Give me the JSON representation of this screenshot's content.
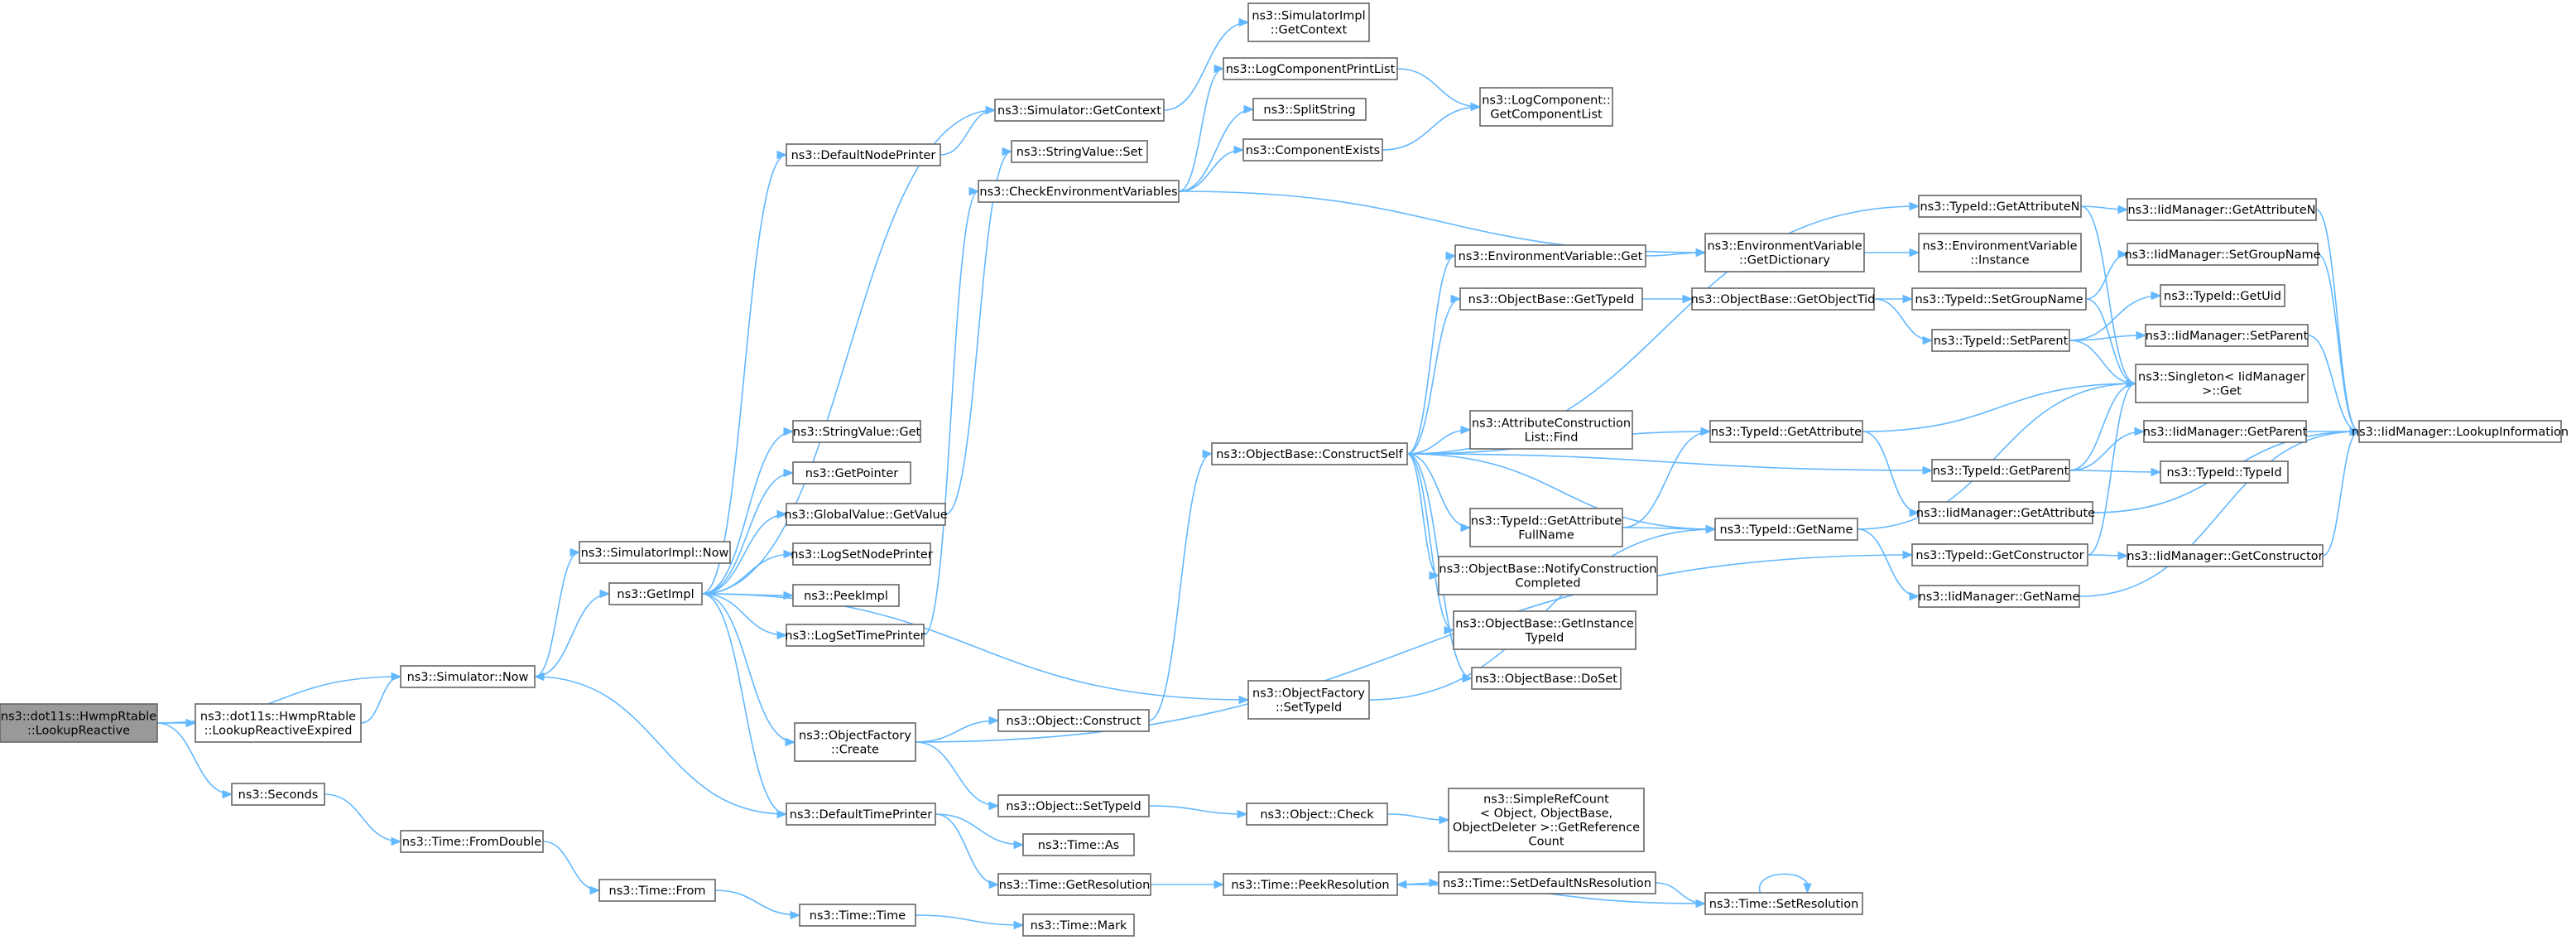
{
  "colors": {
    "edge": "#63b8ff",
    "node_border": "#666666",
    "root_fill": "#999999",
    "node_fill": "#ffffff"
  },
  "nodes": {
    "root": [
      "ns3::dot11s::HwmpRtable",
      "::LookupReactive"
    ],
    "lookup_expired": [
      "ns3::dot11s::HwmpRtable",
      "::LookupReactiveExpired"
    ],
    "seconds": [
      "ns3::Seconds"
    ],
    "simulator_now": [
      "ns3::Simulator::Now"
    ],
    "from_double": [
      "ns3::Time::FromDouble"
    ],
    "time_from": [
      "ns3::Time::From"
    ],
    "time_time": [
      "ns3::Time::Time"
    ],
    "time_mark": [
      "ns3::Time::Mark"
    ],
    "simimpl_now": [
      "ns3::SimulatorImpl::Now"
    ],
    "get_impl": [
      "ns3::GetImpl"
    ],
    "default_node_printer": [
      "ns3::DefaultNodePrinter"
    ],
    "stringvalue_get": [
      "ns3::StringValue::Get"
    ],
    "get_pointer": [
      "ns3::GetPointer"
    ],
    "globalvalue_getvalue": [
      "ns3::GlobalValue::GetValue"
    ],
    "log_set_node_printer": [
      "ns3::LogSetNodePrinter"
    ],
    "peek_impl": [
      "ns3::PeekImpl"
    ],
    "log_set_time_printer": [
      "ns3::LogSetTimePrinter"
    ],
    "objectfactory_create": [
      "ns3::ObjectFactory",
      "::Create"
    ],
    "default_time_printer": [
      "ns3::DefaultTimePrinter"
    ],
    "simulator_getcontext": [
      "ns3::Simulator::GetContext"
    ],
    "stringvalue_set": [
      "ns3::StringValue::Set"
    ],
    "check_env_vars": [
      "ns3::CheckEnvironmentVariables"
    ],
    "simimpl_getcontext": [
      "ns3::SimulatorImpl",
      "::GetContext"
    ],
    "log_component_print_list": [
      "ns3::LogComponentPrintList"
    ],
    "split_string": [
      "ns3::SplitString"
    ],
    "component_exists": [
      "ns3::ComponentExists"
    ],
    "logcomponent_getcomponentlist": [
      "ns3::LogComponent::",
      "GetComponentList"
    ],
    "object_construct": [
      "ns3::Object::Construct"
    ],
    "object_settypeid": [
      "ns3::Object::SetTypeId"
    ],
    "time_as": [
      "ns3::Time::As"
    ],
    "time_getresolution": [
      "ns3::Time::GetResolution"
    ],
    "objectfactory_settypeid": [
      "ns3::ObjectFactory",
      "::SetTypeId"
    ],
    "object_check": [
      "ns3::Object::Check"
    ],
    "time_peekresolution": [
      "ns3::Time::PeekResolution"
    ],
    "simplerefcount": [
      "ns3::SimpleRefCount",
      "< Object, ObjectBase,",
      "ObjectDeleter >::GetReference",
      "Count"
    ],
    "time_setdefaultnsresolution": [
      "ns3::Time::SetDefaultNsResolution"
    ],
    "time_setresolution": [
      "ns3::Time::SetResolution"
    ],
    "objectbase_constructself": [
      "ns3::ObjectBase::ConstructSelf"
    ],
    "envvar_get": [
      "ns3::EnvironmentVariable::Get"
    ],
    "objectbase_gettypeid": [
      "ns3::ObjectBase::GetTypeId"
    ],
    "attrconstructionlist_find": [
      "ns3::AttributeConstruction",
      "List::Find"
    ],
    "typeid_getattributefullname": [
      "ns3::TypeId::GetAttribute",
      "FullName"
    ],
    "objectbase_notifyconstructioncompleted": [
      "ns3::ObjectBase::NotifyConstruction",
      "Completed"
    ],
    "objectbase_getinstancetypeid": [
      "ns3::ObjectBase::GetInstance",
      "TypeId"
    ],
    "objectbase_doset": [
      "ns3::ObjectBase::DoSet"
    ],
    "envvar_getdictionary": [
      "ns3::EnvironmentVariable",
      "::GetDictionary"
    ],
    "objectbase_getobjecttid": [
      "ns3::ObjectBase::GetObjectTid"
    ],
    "typeid_getattribute": [
      "ns3::TypeId::GetAttribute"
    ],
    "typeid_getname": [
      "ns3::TypeId::GetName"
    ],
    "typeid_getattributen": [
      "ns3::TypeId::GetAttributeN"
    ],
    "envvar_instance": [
      "ns3::EnvironmentVariable",
      "::Instance"
    ],
    "typeid_setgroupname": [
      "ns3::TypeId::SetGroupName"
    ],
    "typeid_setparent": [
      "ns3::TypeId::SetParent"
    ],
    "typeid_getparent": [
      "ns3::TypeId::GetParent"
    ],
    "iidmanager_getattribute": [
      "ns3::IidManager::GetAttribute"
    ],
    "typeid_getconstructor": [
      "ns3::TypeId::GetConstructor"
    ],
    "iidmanager_getname": [
      "ns3::IidManager::GetName"
    ],
    "iidmanager_getattributen": [
      "ns3::IidManager::GetAttributeN"
    ],
    "iidmanager_setgroupname": [
      "ns3::IidManager::SetGroupName"
    ],
    "typeid_getuid": [
      "ns3::TypeId::GetUid"
    ],
    "iidmanager_setparent": [
      "ns3::IidManager::SetParent"
    ],
    "singleton_get": [
      "ns3::Singleton< IidManager",
      ">::Get"
    ],
    "iidmanager_getparent": [
      "ns3::IidManager::GetParent"
    ],
    "typeid_typeid": [
      "ns3::TypeId::TypeId"
    ],
    "iidmanager_getconstructor": [
      "ns3::IidManager::GetConstructor"
    ],
    "iidmanager_lookupinformation": [
      "ns3::IidManager::LookupInformation"
    ]
  }
}
